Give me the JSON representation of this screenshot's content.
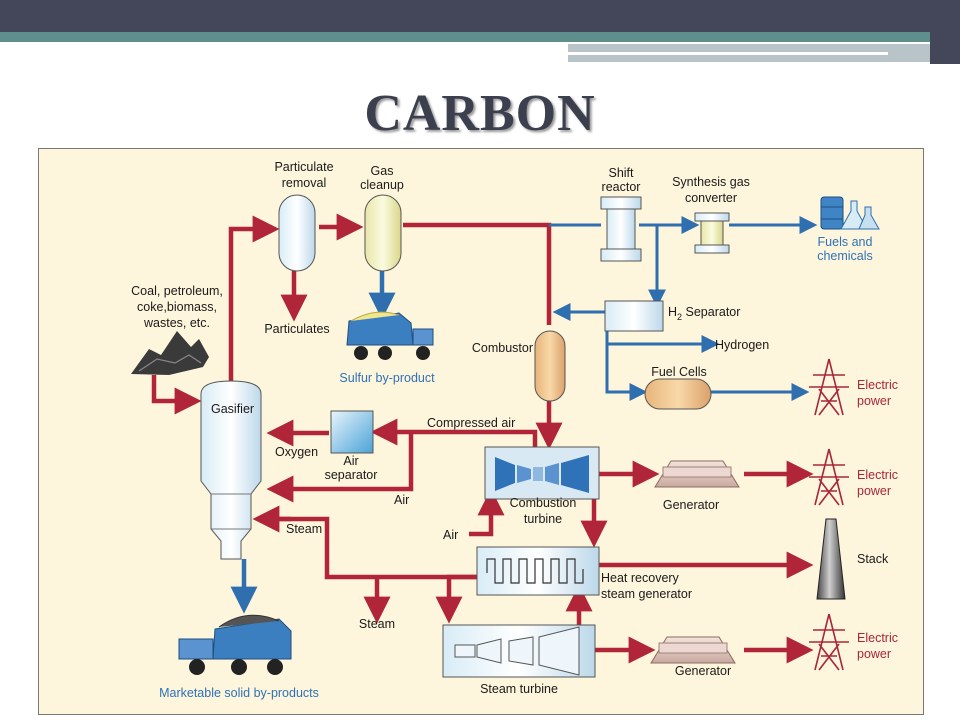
{
  "title": "CARBON",
  "diagram": {
    "particulate_removal": [
      "Particulate",
      "removal"
    ],
    "gas_cleanup": [
      "Gas",
      "cleanup"
    ],
    "shift_reactor": [
      "Shift",
      "reactor"
    ],
    "synthesis_gas_converter": [
      "Synthesis gas",
      "converter"
    ],
    "fuels_and_chemicals": [
      "Fuels and",
      "chemicals"
    ],
    "feedstock": [
      "Coal, petroleum,",
      "coke,biomass,",
      "wastes, etc."
    ],
    "particulates": "Particulates",
    "sulfur_byproduct": "Sulfur by-product",
    "h2_separator_prefix": "H",
    "h2_separator_sub": "2",
    "h2_separator_suffix": " Separator",
    "hydrogen": "Hydrogen",
    "combustor": "Combustor",
    "fuel_cells": "Fuel Cells",
    "electric_power_1": [
      "Electric",
      "power"
    ],
    "gasifier": "Gasifier",
    "compressed_air": "Compressed air",
    "oxygen": "Oxygen",
    "air_separator": [
      "Air",
      "separator"
    ],
    "air_1": "Air",
    "combustion_turbine": [
      "Combustion",
      "turbine"
    ],
    "generator_1": "Generator",
    "electric_power_2": [
      "Electric",
      "power"
    ],
    "steam_1": "Steam",
    "air_2": "Air",
    "stack": "Stack",
    "heat_recovery": [
      "Heat recovery",
      "steam generator"
    ],
    "steam_2": "Steam",
    "marketable": "Marketable solid by-products",
    "steam_turbine": "Steam turbine",
    "generator_2": "Generator",
    "electric_power_3": [
      "Electric",
      "power"
    ]
  },
  "colors": {
    "red_flow": "#b02538",
    "blue_flow": "#2f6fb0",
    "panel_bg": "#fdf5dc"
  }
}
